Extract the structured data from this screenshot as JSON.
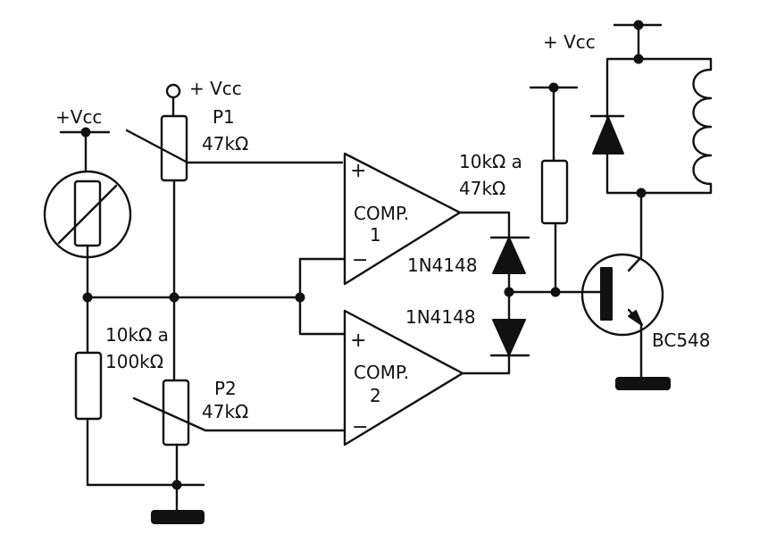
{
  "labels": {
    "vcc_thermistor": "+Vcc",
    "vcc_p1": "+ Vcc",
    "vcc_relay": "+ Vcc",
    "p1_name": "P1",
    "p1_value": "47kΩ",
    "p2_name": "P2",
    "p2_value": "47kΩ",
    "r_left_value_1": "10kΩ a",
    "r_left_value_2": "100kΩ",
    "r_base_value_1": "10kΩ a",
    "r_base_value_2": "47kΩ",
    "comp1_label_1": "COMP.",
    "comp1_label_2": "1",
    "comp2_label_1": "COMP.",
    "comp2_label_2": "2",
    "diode1": "1N4148",
    "diode2": "1N4148",
    "transistor": "BC548",
    "plus_sign": "+",
    "minus_sign": "−"
  },
  "colors": {
    "ink": "#111111",
    "paper": "#ffffff"
  }
}
